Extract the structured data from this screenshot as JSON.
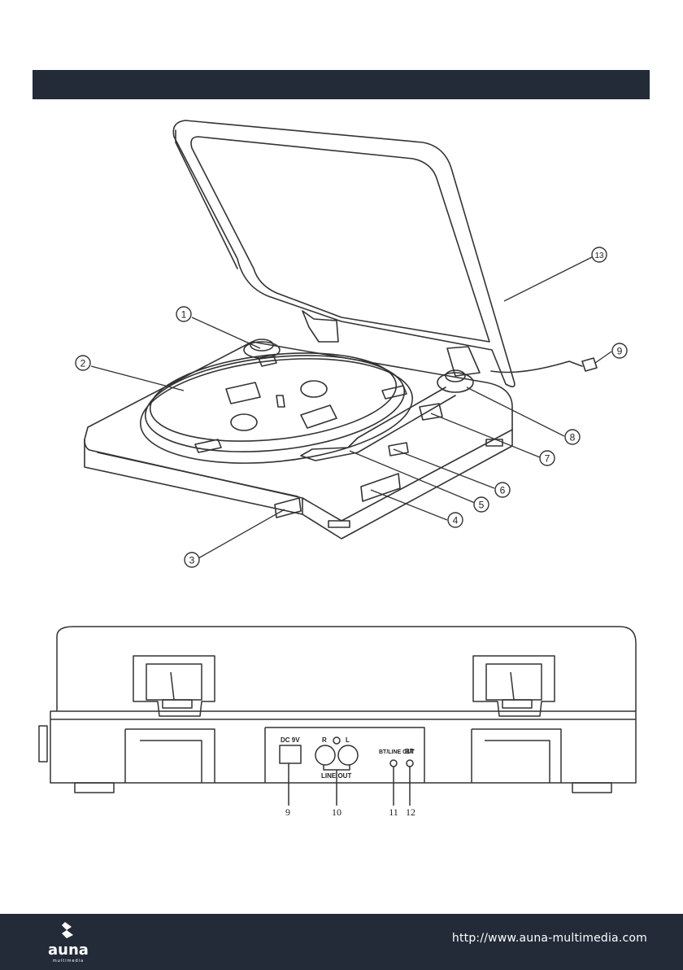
{
  "colors": {
    "bar": "#232b38",
    "line": "#333333",
    "paper": "#ffffff"
  },
  "top_figure": {
    "callouts": [
      {
        "num": "1"
      },
      {
        "num": "2"
      },
      {
        "num": "3"
      },
      {
        "num": "4"
      },
      {
        "num": "5"
      },
      {
        "num": "6"
      },
      {
        "num": "7"
      },
      {
        "num": "8"
      },
      {
        "num": "9"
      },
      {
        "num": "13"
      }
    ]
  },
  "bottom_figure": {
    "jacks": {
      "dc": "DC 9V",
      "r": "R",
      "l": "L",
      "line_out": "LINE OUT",
      "bt_line_out": "BT/LINE OUT",
      "bt": "BT"
    },
    "callouts": [
      "9",
      "10",
      "11",
      "12"
    ]
  },
  "footer": {
    "brand": "auna",
    "brand_sub": "multimedia",
    "url": "http://www.auna-multimedia.com"
  }
}
